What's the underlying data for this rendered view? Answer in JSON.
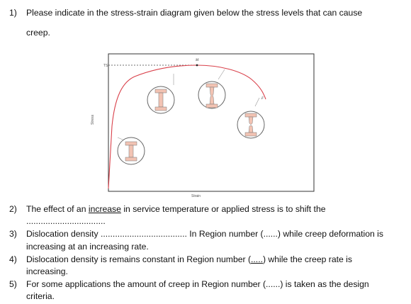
{
  "q1": {
    "num": "1)",
    "line1": "Please indicate in the stress-strain diagram given below the stress levels that can cause",
    "line2": "creep."
  },
  "diagram": {
    "ts_label": "TS",
    "m_label": "M",
    "f_label": "F",
    "xlabel": "Strain",
    "ylabel": "Stress"
  },
  "q2": {
    "num": "2)",
    "pre": "The effect of an ",
    "underlined": "increase",
    "post": " in service temperature or applied stress is to shift the",
    "blank": "................................."
  },
  "q3": {
    "num": "3)",
    "a": "Dislocation density ",
    "blank1": "....................................",
    "b": " In Region number (......) while creep deformation is",
    "line2": "increasing at an increasing rate."
  },
  "q4": {
    "num": "4)",
    "a": "Dislocation density is remains constant in Region number (",
    "blank": ".....",
    "b": ") while the creep rate is",
    "line2": "increasing."
  },
  "q5": {
    "num": "5)",
    "line1": "For some applications the amount of creep in Region number (......) is taken as the design",
    "line2": "criteria."
  }
}
